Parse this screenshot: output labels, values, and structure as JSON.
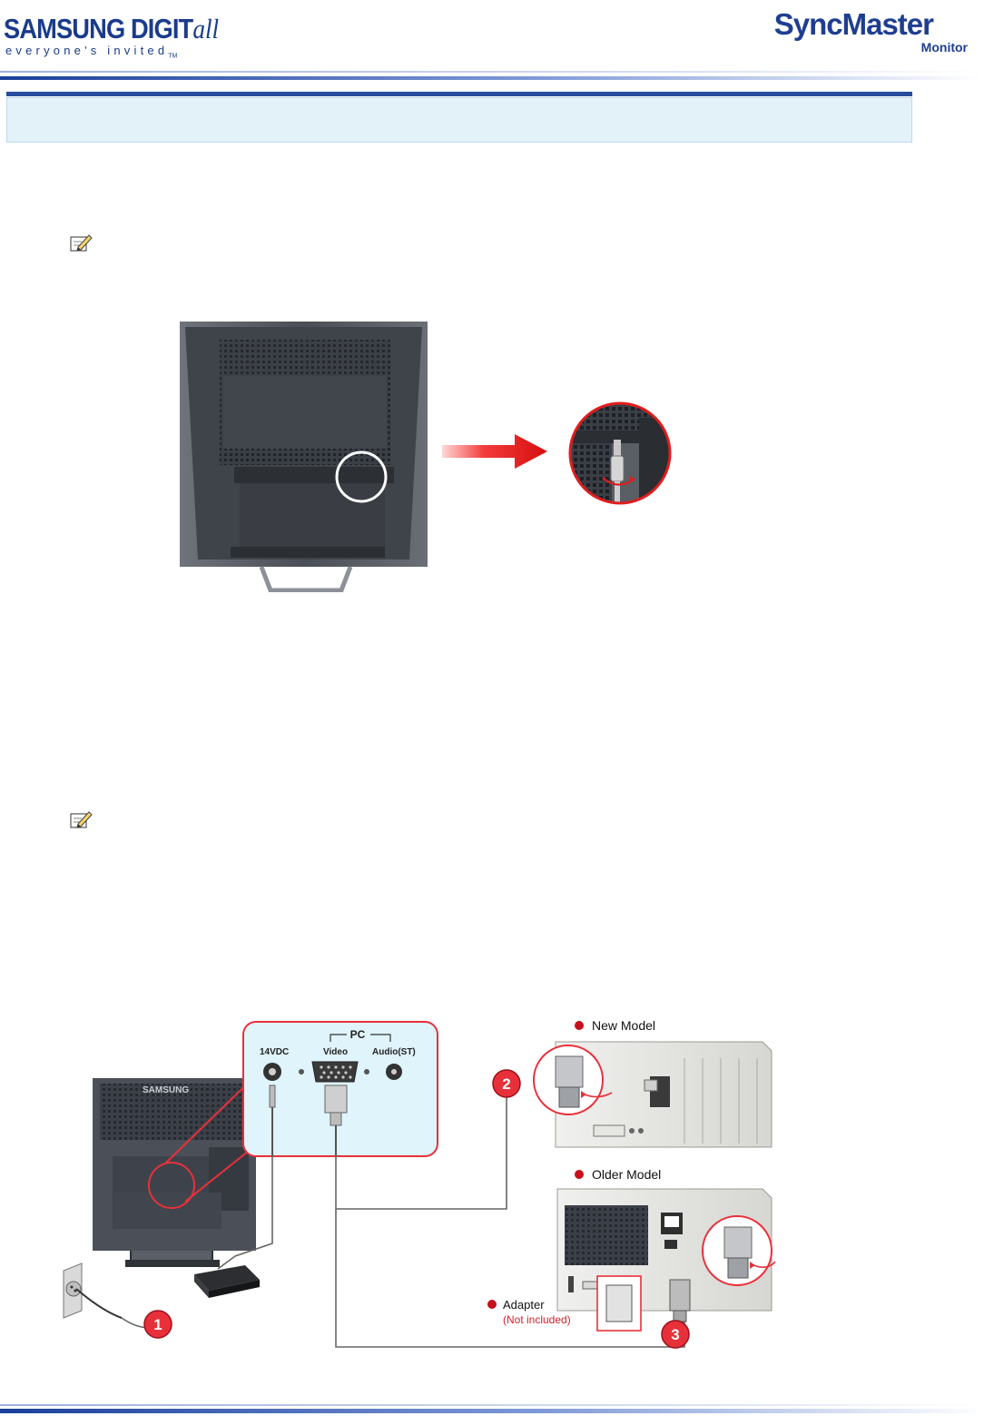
{
  "header": {
    "brand_line1": "SAMSUNG DIGIT",
    "brand_line1_italic": "all",
    "brand_line2": "everyone's invited",
    "brand_tm": "TM",
    "product_line1": "SyncMaster",
    "product_line2": "Monitor"
  },
  "diagram": {
    "pc_group_label": "PC",
    "port_14vdc": "14VDC",
    "port_video": "Video",
    "port_audio": "Audio(ST)",
    "monitor_brand": "SAMSUNG",
    "new_model_label": "New Model",
    "older_model_label": "Older Model",
    "adapter_label": "Adapter",
    "adapter_note": "(Not included)",
    "step_1": "1",
    "step_2": "2",
    "step_3": "3"
  },
  "colors": {
    "brand_blue": "#1a3b8c",
    "title_band": "#e3f1f9",
    "callout_red": "#e8303a",
    "callout_fill": "#dff4fb"
  }
}
